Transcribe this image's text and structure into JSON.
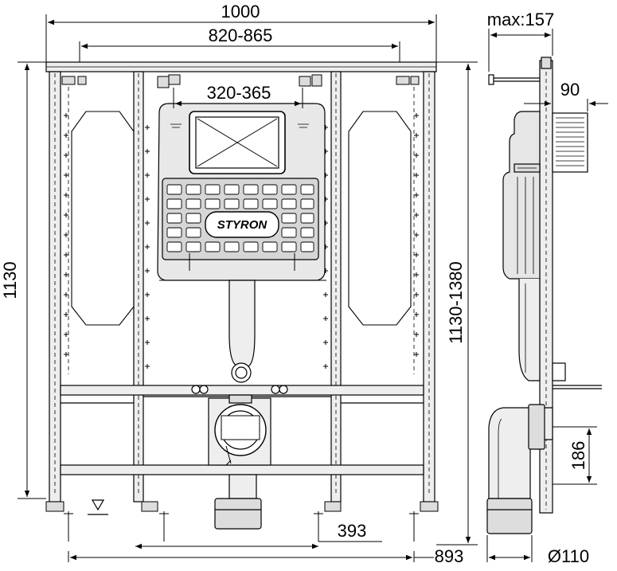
{
  "dimensions": {
    "overall_width": "1000",
    "adjustable_width": "820-865",
    "inner_width": "320-365",
    "frame_height": "1130",
    "adjustable_height": "1130-1380",
    "max_depth": "max:157",
    "cistern_depth": "90",
    "outlet_height": "186",
    "outlet_offset": "393",
    "bottom_width": "893",
    "pipe_diameter": "Ø110"
  },
  "logo": {
    "text": "STYRON"
  },
  "colors": {
    "line": "#000000",
    "frame_fill": "#e6e6e6",
    "cistern_fill": "#d8d8d8",
    "panel_fill": "#ffffff"
  }
}
